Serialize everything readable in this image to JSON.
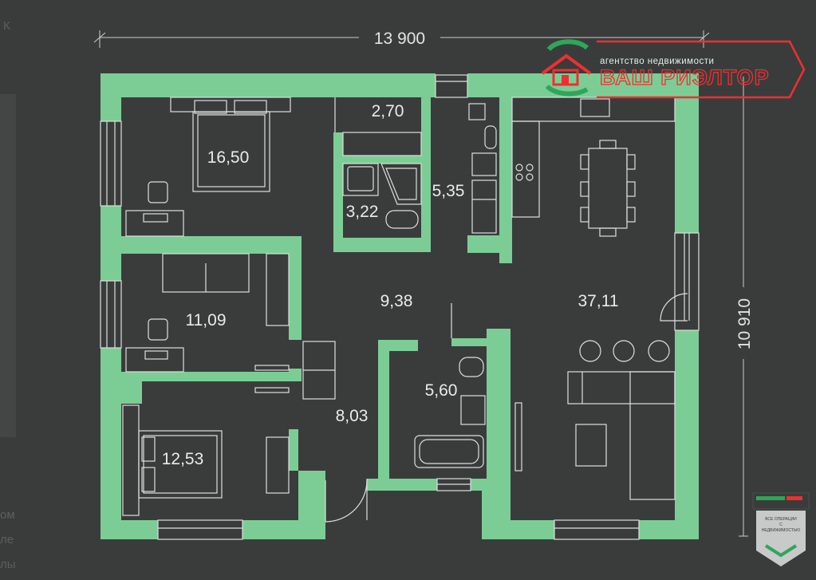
{
  "plan": {
    "dimensions": {
      "width": "13 900",
      "height": "10 910"
    },
    "rooms": [
      {
        "id": "bedroom-1",
        "area": "16,50"
      },
      {
        "id": "storage",
        "area": "2,70"
      },
      {
        "id": "bathroom-1",
        "area": "3,22"
      },
      {
        "id": "laundry",
        "area": "5,35"
      },
      {
        "id": "bedroom-2",
        "area": "11,09"
      },
      {
        "id": "hall",
        "area": "9,38"
      },
      {
        "id": "living-kitchen",
        "area": "37,11"
      },
      {
        "id": "bathroom-2",
        "area": "5,60"
      },
      {
        "id": "entry",
        "area": "8,03"
      },
      {
        "id": "bedroom-3",
        "area": "12,53"
      }
    ]
  },
  "watermark": {
    "line1": "агентство недвижимости",
    "line2": "ВАШ РИЭЛТОР"
  },
  "badge": {
    "lines": [
      "ВСЕ ОПЕРАЦИИ",
      "С",
      "НЕДВИЖИМОСТЬЮ"
    ]
  },
  "background_page": {
    "corner_letter": "К",
    "fragments": [
      "ом",
      "ле",
      "лы"
    ]
  },
  "colors": {
    "background": "#3a3c3c",
    "wall": "#7ccd95",
    "furniture_stroke": "#dcdfdd",
    "brand_red": "#ef2f2f",
    "brand_green": "#2fa65a"
  }
}
